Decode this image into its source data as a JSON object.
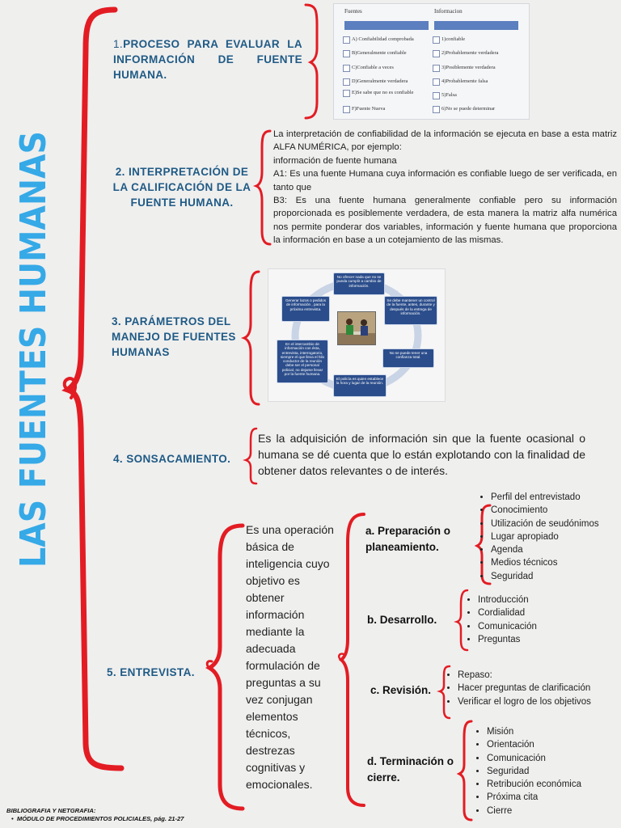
{
  "title": "LAS FUENTES HUMANAS",
  "colors": {
    "title": "#36a9e7",
    "brace": "#e31c23",
    "heading": "#1f5a85"
  },
  "sections": {
    "s1": {
      "number": "1.",
      "heading": "PROCESO PARA EVALUAR LA INFORMACIÓN DE FUENTE HUMANA."
    },
    "s2": {
      "heading": "2. INTERPRETACIÓN DE LA CALIFICACIÓN DE LA FUENTE HUMANA."
    },
    "s3": {
      "heading": "3. PARÁMETROS DEL MANEJO DE FUENTES HUMANAS"
    },
    "s4": {
      "heading": "4. SONSACAMIENTO."
    },
    "s5": {
      "heading": "5. ENTREVISTA."
    }
  },
  "table": {
    "col1": "Fuentes",
    "col2": "Informacion",
    "fuentes": [
      "A) Confiabilidad comprobada",
      "B)Generalmente confiable",
      "C)Confiable a veces",
      "D)Generalmente verdadera",
      "E)Se sabe que no es confiable",
      "F)Fuente Nueva"
    ],
    "informacion": [
      "1)confiable",
      "2)Probablemente verdadera",
      "3)Posiblemente verdadera",
      "4)Probablemente falsa",
      "5)Falsa",
      "6)No se puede determinar"
    ]
  },
  "s2_text": "La interpretación de confiabilidad de la información se  ejecuta en base a esta matriz ALFA NUMÉRICA, por ejemplo:",
  "s2_line2": "información de fuente humana",
  "s2_line3": "A1: Es una fuente Humana cuya información es confiable luego de ser verificada, en tanto que",
  "s2_line4": "B3: Es una fuente humana generalmente confiable pero su información proporcionada es posiblemente verdadera, de esta manera la matriz alfa numérica nos permite ponderar dos variables, información y fuente humana que proporciona la información en base a un cotejamiento de las mismas.",
  "cycle": {
    "top": "No ofrecer nada que no se pueda cumplir a cambio de información.",
    "right_top": "Se debe mantener un control de la fuente, antes, durante y después de la entrega de información.",
    "right_bottom": "No se puede tener una confianza total.",
    "bottom": "El policía es quien establece la hora y lugar de la reunión.",
    "left_bottom": "En el intercambio de información con ésta, entrevista, interrogatorio, siempre el que lleva el hilo conductor de la reunión debe ser el personal policial, no dejarse llevar por la fuente humana.",
    "left_top": "Generar lazos o pedidos de información , para la próxima entrevista."
  },
  "s4_text": "Es la adquisición de información sin que la fuente ocasional o humana se dé cuenta que lo están explotando con la finalidad de obtener datos relevantes o de interés.",
  "s5_text": "Es una operación básica de inteligencia cuyo objetivo es obtener información mediante la adecuada formulación de preguntas a su vez conjugan elementos técnicos, destrezas cognitivas y emocionales.",
  "entrevista": {
    "a": {
      "label": "a. Preparación o planeamiento.",
      "items": [
        "Perfil del entrevistado",
        "Conocimiento",
        "Utilización de seudónimos",
        "Lugar apropiado",
        "Agenda",
        "Medios técnicos",
        "Seguridad"
      ]
    },
    "b": {
      "label": "b. Desarrollo.",
      "items": [
        "Introducción",
        "Cordialidad",
        "Comunicación",
        "Preguntas"
      ]
    },
    "c": {
      "label": "c. Revisión.",
      "items": [
        "Repaso:",
        "Hacer preguntas de clarificación",
        "Verificar el logro de los objetivos"
      ]
    },
    "d": {
      "label": "d. Terminación o cierre.",
      "items": [
        "Misión",
        "Orientación",
        "Comunicación",
        "Seguridad",
        "Retribución económica",
        "Próxima cita",
        "Cierre"
      ]
    }
  },
  "bibliography": {
    "title": "BIBLIOGRAFIA Y NETGRAFIA:",
    "item": "MÓDULO DE PROCEDIMIENTOS POLICIALES, pág. 21-27"
  }
}
